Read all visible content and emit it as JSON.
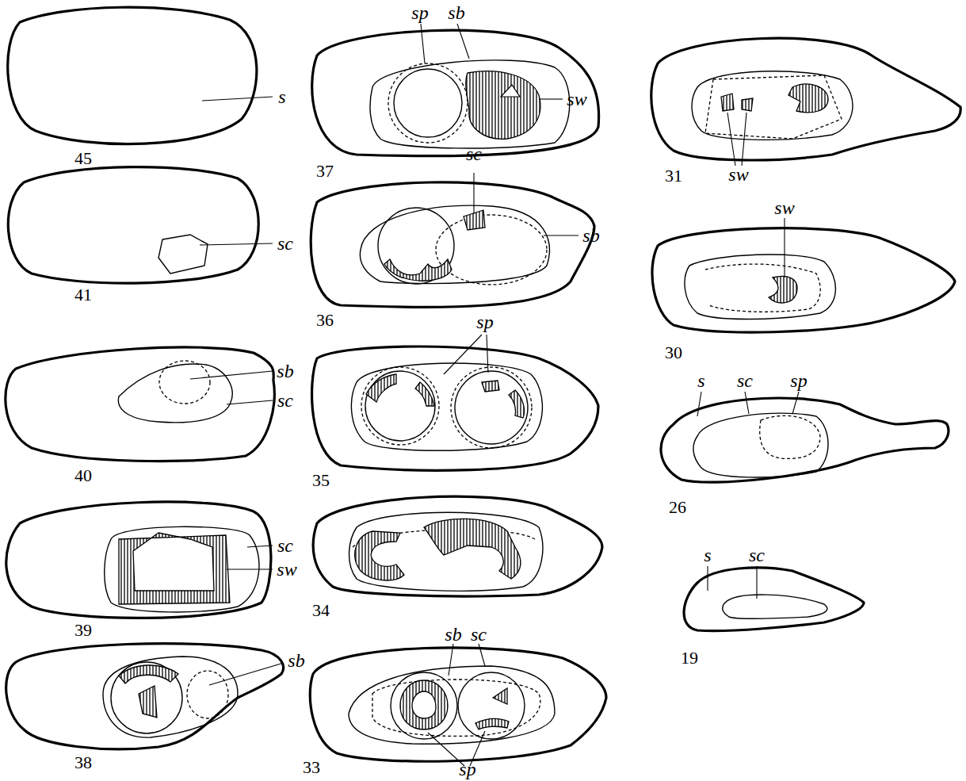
{
  "diagram": {
    "labels": [
      "s",
      "45",
      "sc",
      "41",
      "sb",
      "sc",
      "40",
      "sc",
      "sw",
      "39",
      "sb",
      "38",
      "sp",
      "sb",
      "sw",
      "37",
      "sc",
      "sb",
      "36",
      "sp",
      "35",
      "34",
      "sb",
      "sc",
      "sp",
      "33",
      "sw",
      "31",
      "sw",
      "30",
      "s",
      "sc",
      "sp",
      "26",
      "s",
      "sc",
      "19"
    ]
  }
}
